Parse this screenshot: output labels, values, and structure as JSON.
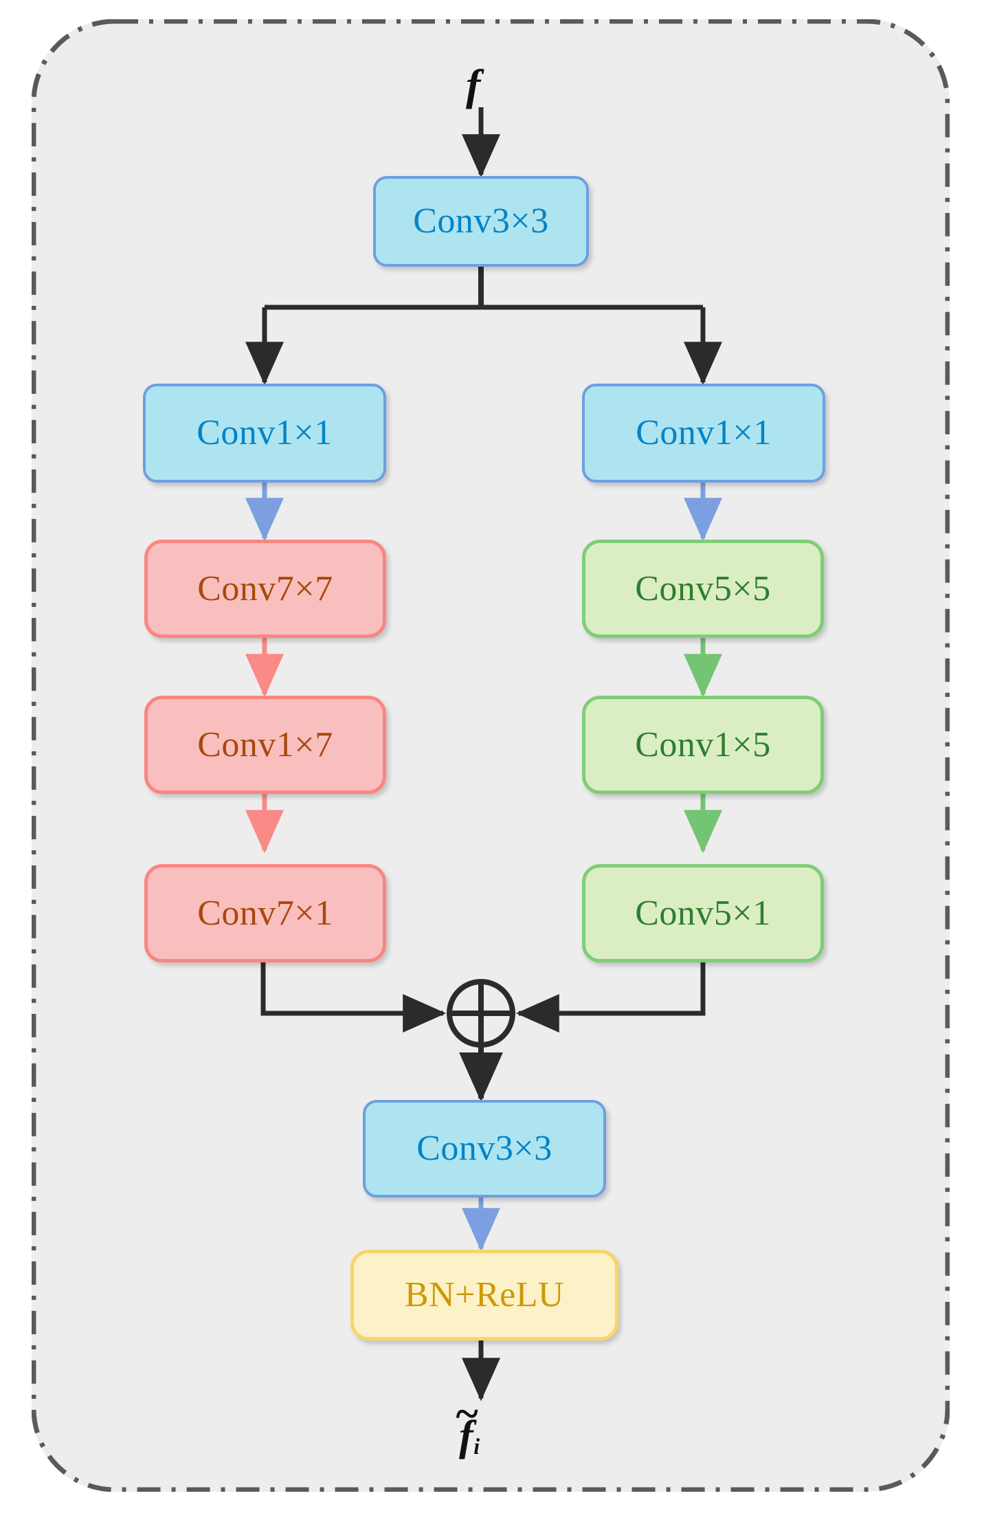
{
  "figure": {
    "container_fill": "#ededed",
    "container_border_color": "#5a5a5a",
    "input_label": "f",
    "output_label": "f",
    "output_subscript": "i",
    "output_accent": "~",
    "sum_symbol": "plus-in-circle"
  },
  "palette": {
    "blue_fill": "#aee4ef",
    "blue_border": "#6e9fe0",
    "blue_text": "#0083c8",
    "red_fill": "#f9bfbe",
    "red_border": "#fb8580",
    "red_text": "#a8490c",
    "green_fill": "#dbeec3",
    "green_border": "#7ece77",
    "green_text": "#2f7d2f",
    "yellow_fill": "#fdf1c8",
    "yellow_border": "#f8d569",
    "yellow_text": "#cc9a04",
    "arrow_black": "#2b2b2b",
    "arrow_blue": "#7c9fe0",
    "arrow_red": "#f98a85",
    "arrow_green": "#73c473"
  },
  "nodes": {
    "stem_top": {
      "label": "Conv3×3",
      "color": "blue"
    },
    "left_branch": [
      {
        "label": "Conv1×1",
        "color": "blue"
      },
      {
        "label": "Conv7×7",
        "color": "red"
      },
      {
        "label": "Conv1×7",
        "color": "red"
      },
      {
        "label": "Conv7×1",
        "color": "red"
      }
    ],
    "right_branch": [
      {
        "label": "Conv1×1",
        "color": "blue"
      },
      {
        "label": "Conv5×5",
        "color": "green"
      },
      {
        "label": "Conv1×5",
        "color": "green"
      },
      {
        "label": "Conv5×1",
        "color": "green"
      }
    ],
    "stem_bottom": {
      "label": "Conv3×3",
      "color": "blue"
    },
    "activation": {
      "label": "BN+ReLU",
      "color": "yellow"
    }
  }
}
